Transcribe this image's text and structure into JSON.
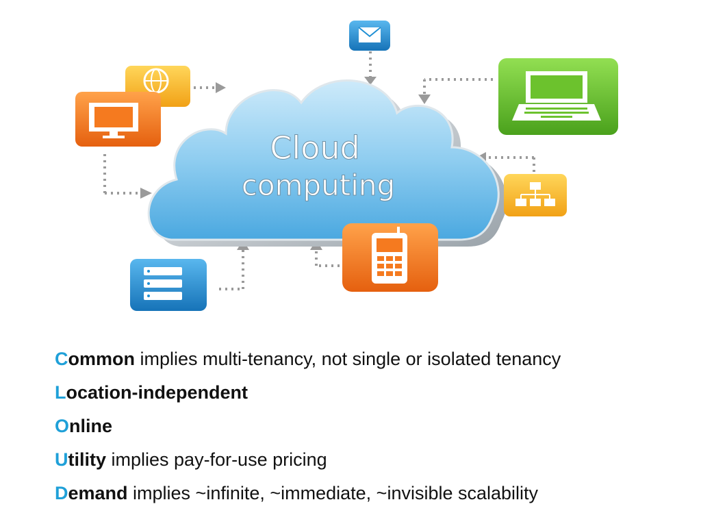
{
  "diagram": {
    "cloud_label_line1": "Cloud",
    "cloud_label_line2": "computing",
    "icons": [
      {
        "name": "email-icon",
        "color": "#1e8fd4"
      },
      {
        "name": "globe-icon",
        "color": "#f7b32b"
      },
      {
        "name": "monitor-icon",
        "color": "#f57a1f"
      },
      {
        "name": "laptop-icon",
        "color": "#6cc22d"
      },
      {
        "name": "network-icon",
        "color": "#f7b32b"
      },
      {
        "name": "mobile-phone-icon",
        "color": "#f57a1f"
      },
      {
        "name": "server-icon",
        "color": "#1e8fd4"
      }
    ]
  },
  "list": {
    "accent_color": "#1fa0d8",
    "items": [
      {
        "letter": "C",
        "rest": "ommon",
        "desc": " implies multi-tenancy, not single or isolated tenancy"
      },
      {
        "letter": "L",
        "rest": "ocation-independent",
        "desc": ""
      },
      {
        "letter": "O",
        "rest": "nline",
        "desc": ""
      },
      {
        "letter": "U",
        "rest": "tility",
        "desc": " implies pay-for-use pricing"
      },
      {
        "letter": "D",
        "rest": "emand",
        "desc": " implies ~infinite, ~immediate, ~invisible scalability"
      }
    ]
  }
}
